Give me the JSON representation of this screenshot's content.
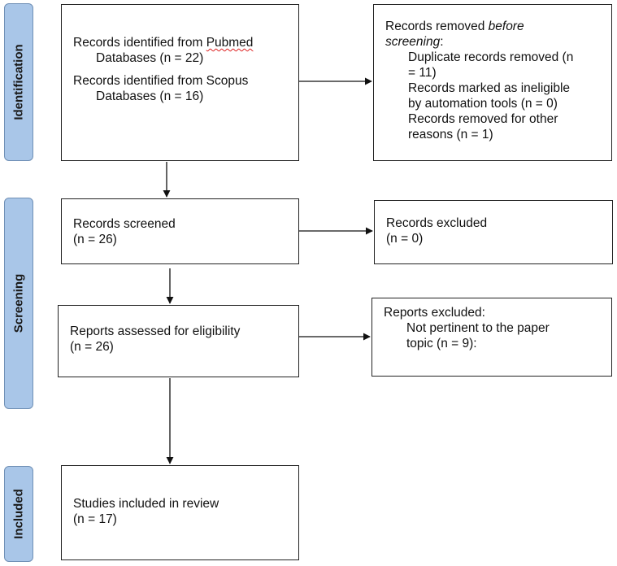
{
  "phases": {
    "identification": "Identification",
    "screening": "Screening",
    "included": "Included"
  },
  "identification_box": {
    "pubmed_pre": "Records identified from ",
    "pubmed_word": "Pubmed",
    "pubmed_line2": "Databases (n = 22)",
    "scopus_line1": "Records identified from Scopus",
    "scopus_line2": "Databases (n = 16)"
  },
  "removed_box": {
    "heading_pre": "Records removed ",
    "heading_em": "before",
    "heading_em2": "screening",
    "heading_post": ":",
    "dup_line1": "Duplicate records removed (n",
    "dup_line2": "= 11)",
    "inel_line1": "Records marked as ineligible",
    "inel_line2": "by automation tools (n = 0)",
    "other_line1": "Records removed for other",
    "other_line2": "reasons (n = 1)"
  },
  "screened_box": {
    "line1": "Records screened",
    "line2": "(n = 26)"
  },
  "excluded_box": {
    "line1": "Records excluded",
    "line2": "(n = 0)"
  },
  "assessed_box": {
    "line1": "Reports assessed for eligibility",
    "line2": "(n = 26)"
  },
  "reports_excluded_box": {
    "line1": "Reports excluded:",
    "line2": "Not pertinent to the paper",
    "line3": "topic (n = 9):"
  },
  "included_box": {
    "line1": "Studies included in review",
    "line2": "(n = 17)"
  }
}
